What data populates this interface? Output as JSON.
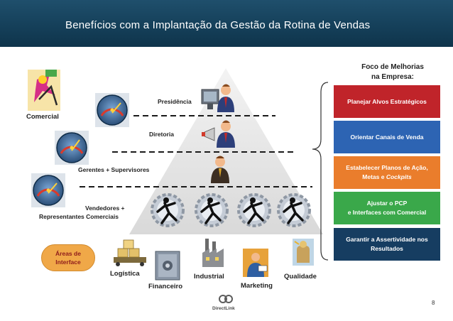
{
  "header": {
    "title": "Benefícios com a Implantação da Gestão da Rotina de Vendas"
  },
  "pyramid": {
    "levels": {
      "presidencia": "Presidência",
      "diretoria": "Diretoria",
      "gerentes": "Gerentes + Supervisores",
      "vendedores_line1": "Vendedores +",
      "vendedores_line2": "Representantes Comerciais"
    },
    "comercial": "Comercial"
  },
  "focus": {
    "title_line1": "Foco de Melhorias",
    "title_line2": "na Empresa:",
    "boxes": [
      {
        "lines": [
          "Planejar Alvos Estratégicos"
        ],
        "color": "#c0242a"
      },
      {
        "lines": [
          "Orientar Canais de Venda"
        ],
        "color": "#2d64b3"
      },
      {
        "lines": [
          "Estabelecer Planos de Ação,",
          "Metas e ",
          "Cockpits"
        ],
        "color": "#ea7d2c"
      },
      {
        "lines": [
          "Ajustar o PCP",
          "e Interfaces com Comercial"
        ],
        "color": "#3aa84a"
      },
      {
        "lines": [
          "Garantir a Assertividade nos",
          "Resultados"
        ],
        "color": "#163d61"
      }
    ]
  },
  "interface": {
    "label_line1": "Áreas de",
    "label_line2": "Interface",
    "areas": [
      "Logística",
      "Financeiro",
      "Industrial",
      "Marketing",
      "Qualidade"
    ]
  },
  "footer": {
    "page_number": "8",
    "logo": "DirectLink"
  }
}
